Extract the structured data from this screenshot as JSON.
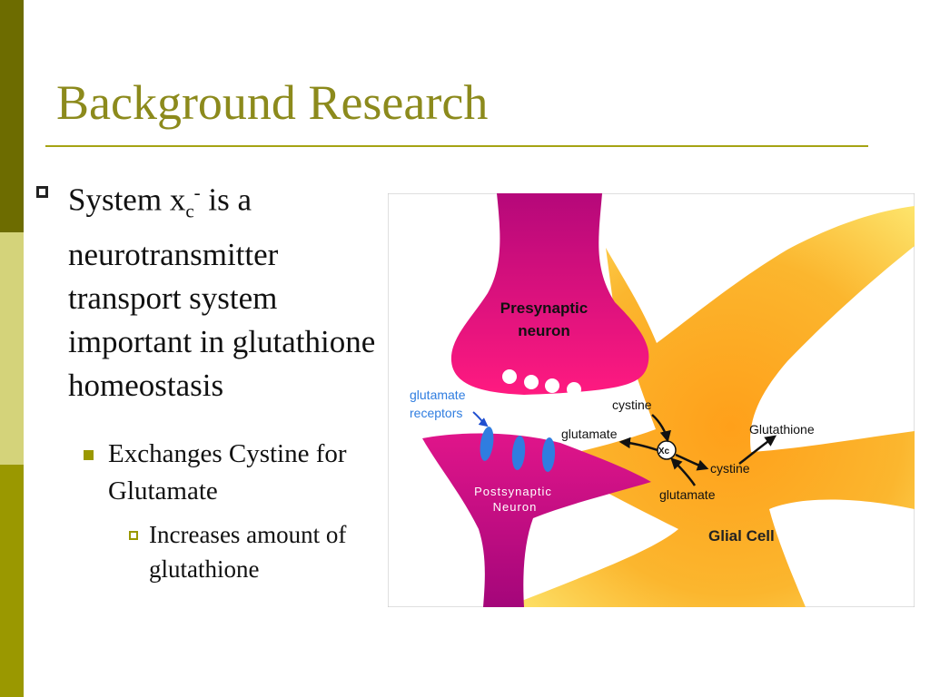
{
  "colors": {
    "title": "#8c8a1c",
    "sidebar_dark": "#6d6c00",
    "sidebar_light": "#d4d37a",
    "sidebar_mid": "#9a9800",
    "rule": "#a5a314",
    "neuron_magenta": "#d6127a",
    "glial_orange": "#fbb62e",
    "receptor_blue": "#2f7de0"
  },
  "slide": {
    "title": "Background Research",
    "bullet1": {
      "text_before": "System x",
      "subscript": "c",
      "superscript": "-",
      "text_after": " is a neurotransmitter transport system important in glutathione homeostasis"
    },
    "bullet2": "Exchanges Cystine for Glutamate",
    "bullet3": "Increases amount of glutathione"
  },
  "diagram": {
    "presynaptic_line1": "Presynaptic",
    "presynaptic_line2": "neuron",
    "postsynaptic_line1": "Postsynaptic",
    "postsynaptic_line2": "Neuron",
    "receptors_line1": "glutamate",
    "receptors_line2": "receptors",
    "cystine_in": "cystine",
    "glutamate_out": "glutamate",
    "transporter": "Xc",
    "cystine_glial": "cystine",
    "glutamate_glial": "glutamate",
    "glutathione": "Glutathione",
    "glial_cell": "Glial Cell"
  }
}
